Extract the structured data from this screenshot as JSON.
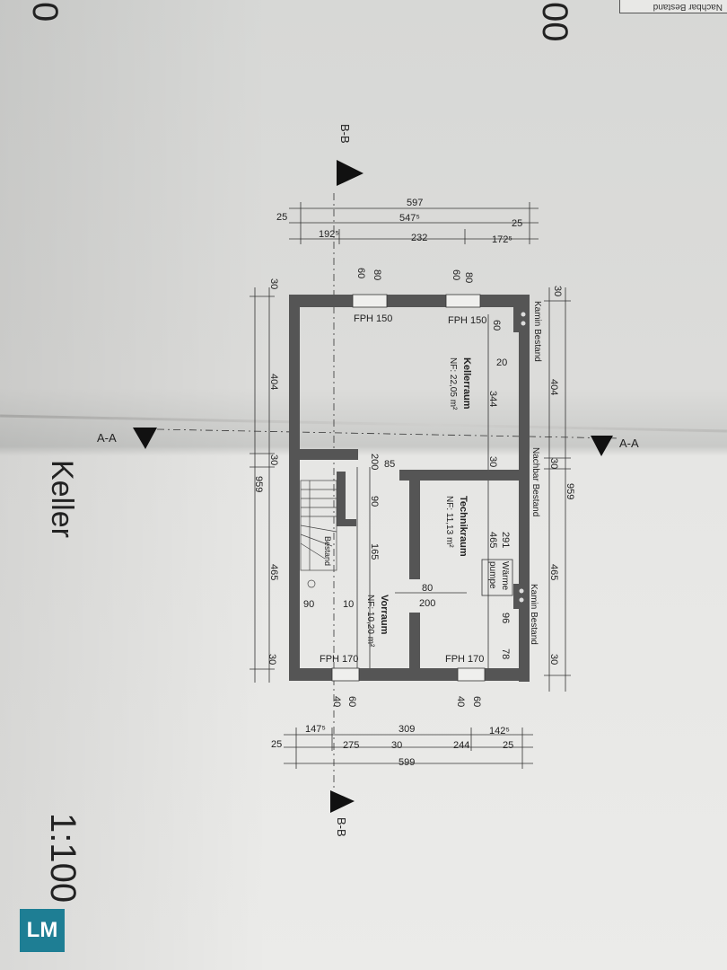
{
  "sheet": {
    "title": "Keller",
    "scale": "1:100",
    "corner_text_top_left": "0",
    "corner_text_top_left_2": "00",
    "corner_label": "Nachbar Bestand",
    "logo_text": "LM"
  },
  "sections": {
    "aa_top": "A-A",
    "aa_bottom": "A-A",
    "bb_top": "B-B",
    "bb_bottom": "B-B"
  },
  "rooms": {
    "kellerraum_name": "Kellerraum",
    "kellerraum_area": "NF: 22,05 m²",
    "technikraum_name": "Technikraum",
    "technikraum_area": "NF: 11,13 m²",
    "vorraum_name": "Vorraum",
    "vorraum_area": "NF: 10,20 m²",
    "waermepumpe_1": "Wärme",
    "waermepumpe_2": "pumpe",
    "kamin_1": "Kamin Bestand",
    "kamin_2": "Kamin Bestand",
    "nachbar": "Nachbar Bestand",
    "treppe": "Bestand"
  },
  "windows": {
    "w1": "FPH 150",
    "w2": "FPH 150",
    "w3": "FPH 170",
    "w4": "FPH 170"
  },
  "dims_top": {
    "total": "597",
    "inner": "547⁵",
    "left_25": "25",
    "right_25": "25",
    "seg1": "192⁵",
    "seg2": "232",
    "seg3": "172⁵",
    "open1_80": "80",
    "open1_60": "60",
    "open2_80": "80",
    "open2_60": "60"
  },
  "dims_bottom": {
    "seg1": "147⁵",
    "seg2": "309",
    "seg3": "142⁵",
    "left_25": "25",
    "inner1": "275",
    "inner2": "30",
    "inner3": "244",
    "right_25": "25",
    "total": "599",
    "open1_40": "40",
    "open1_60": "60",
    "open2_60": "60",
    "open2_40": "40"
  },
  "dims_left": {
    "d30a": "30",
    "d404": "404",
    "d30b": "30",
    "d465": "465",
    "d30c": "30",
    "total": "959"
  },
  "dims_right": {
    "d30a": "30",
    "d404": "404",
    "d30b": "30",
    "d465": "465",
    "d30c": "30",
    "total": "959"
  },
  "dims_inner": {
    "d60": "60",
    "d20": "20",
    "d344": "344",
    "d30": "30",
    "d291": "291",
    "d465": "465",
    "d96": "96",
    "d78": "78",
    "d85": "85",
    "d200": "200",
    "d90a": "90",
    "d165": "165",
    "d80": "80",
    "d200b": "200",
    "d90b": "90",
    "d10": "10"
  }
}
